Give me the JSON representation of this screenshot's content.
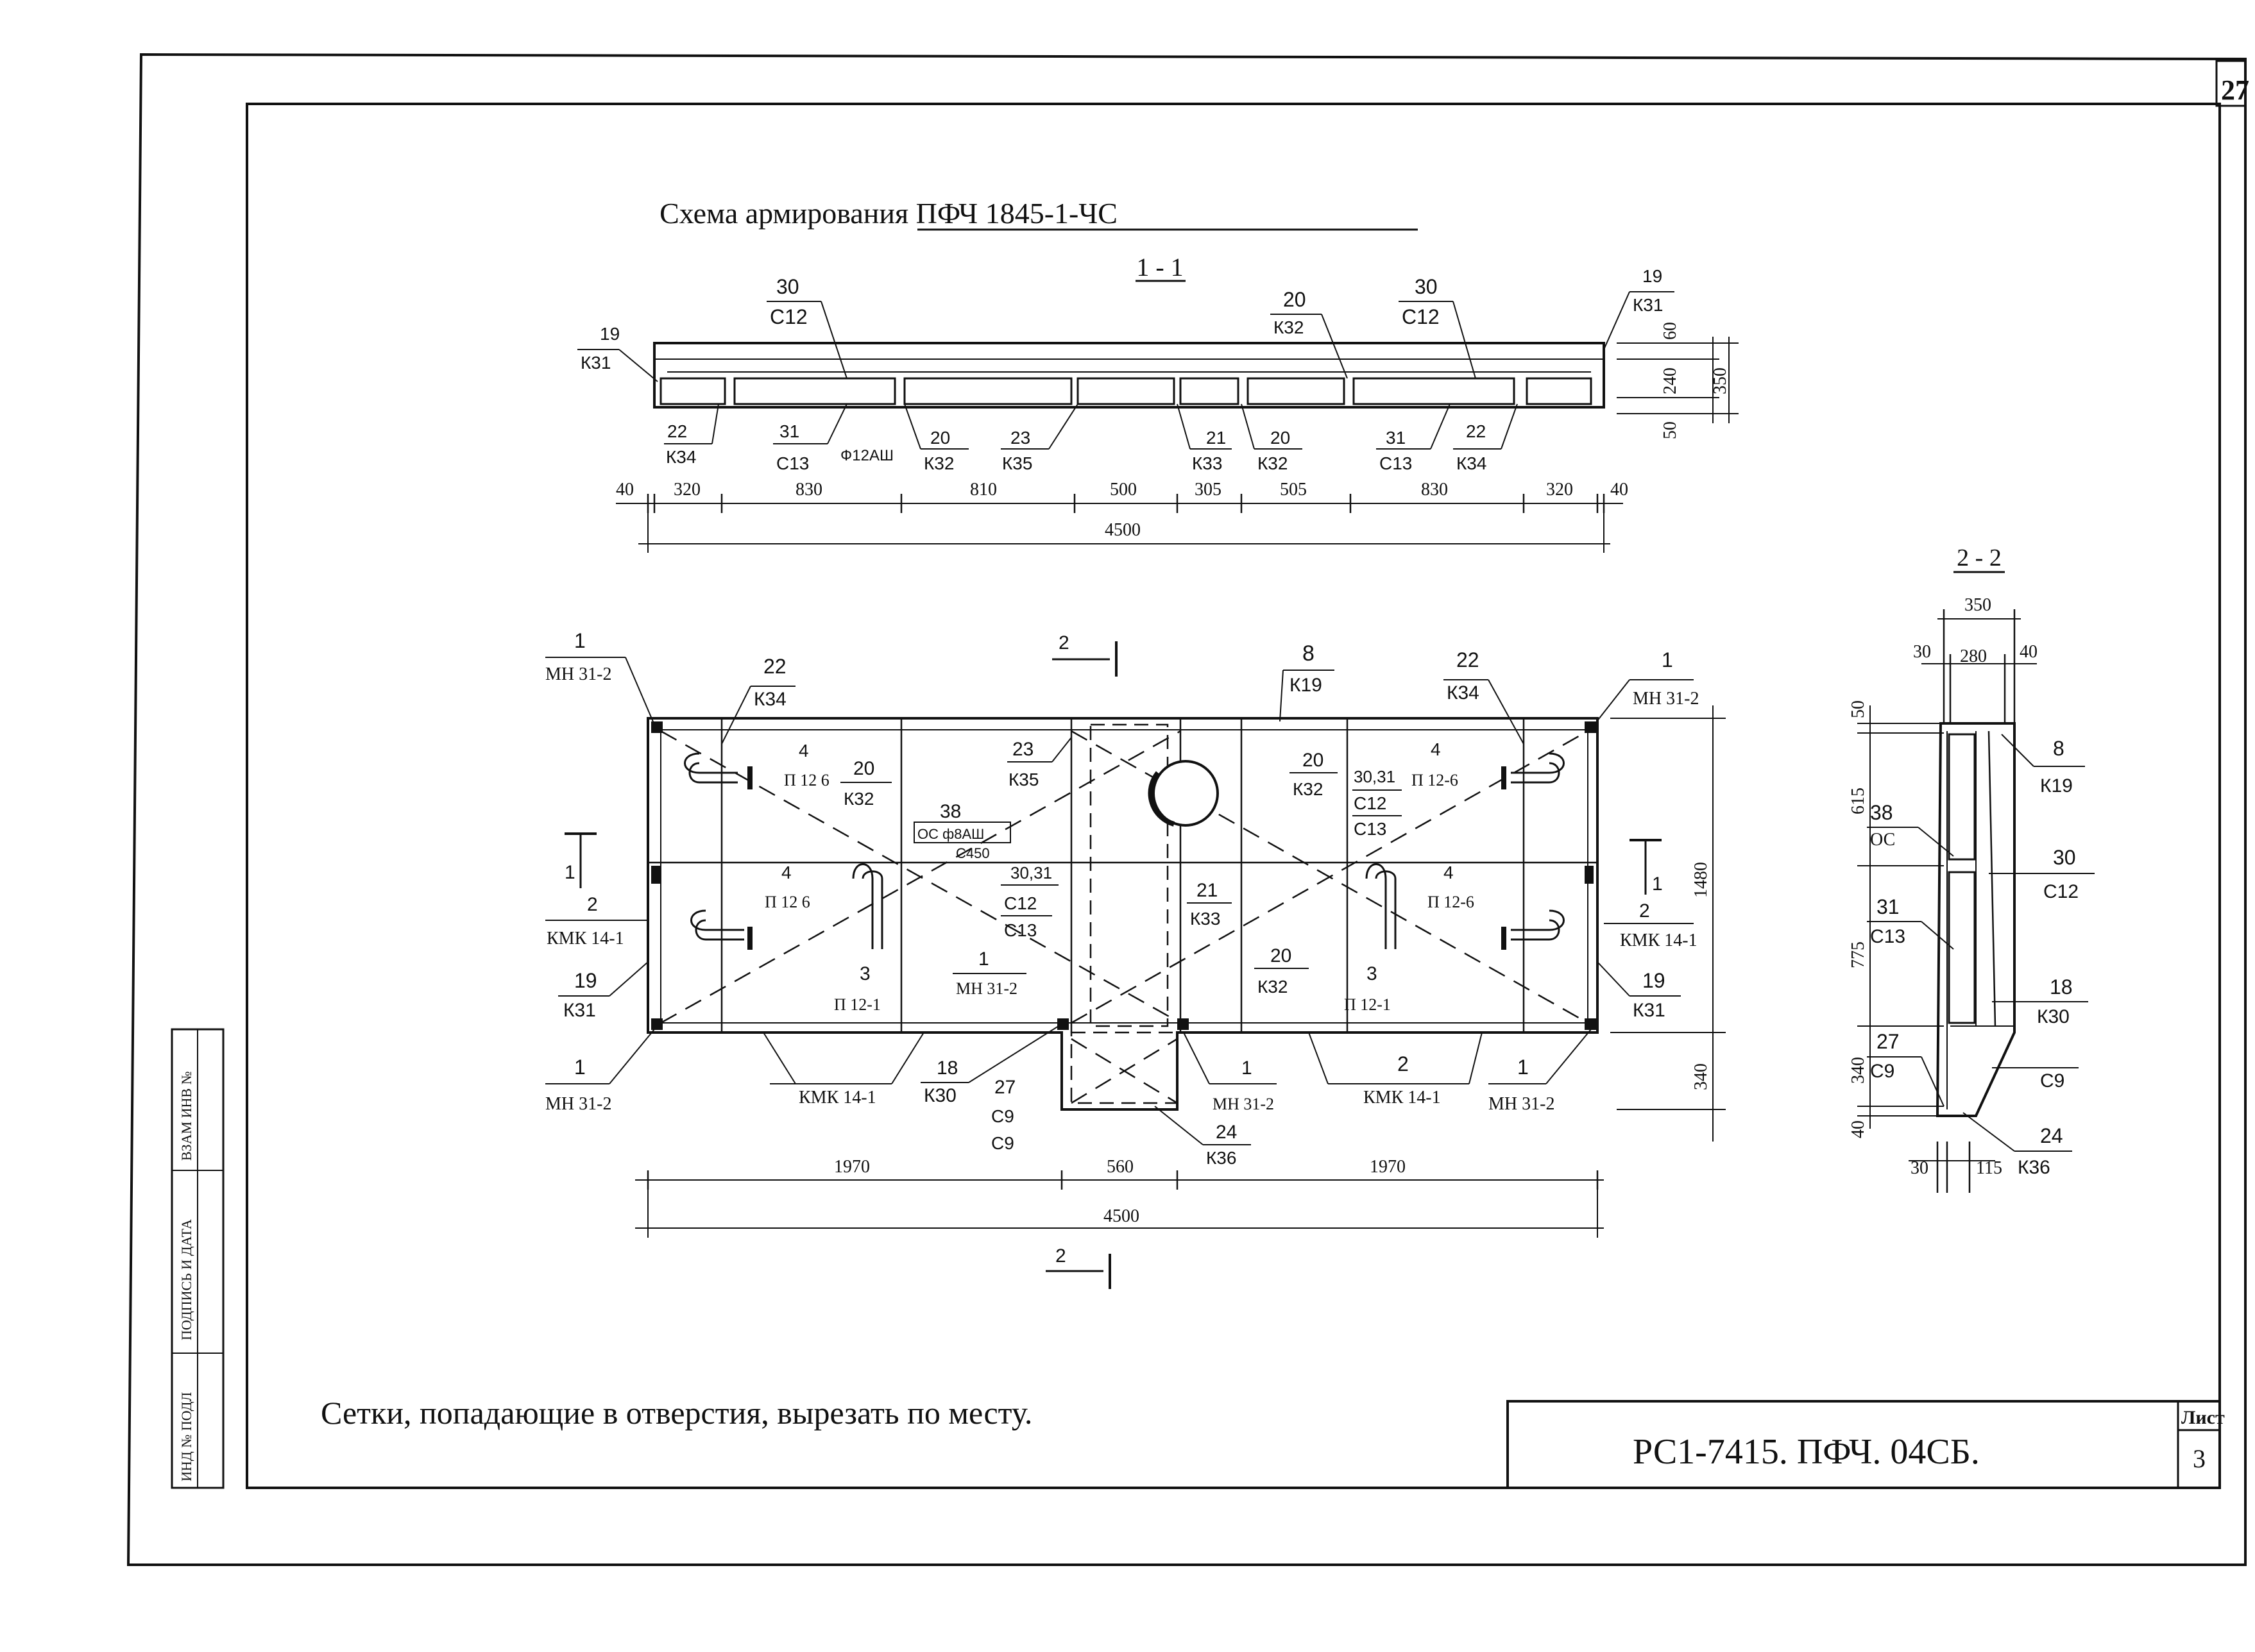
{
  "sheet_number": "27",
  "title": "Схема армирования ПФЧ 1845-1-ЧС",
  "section_1": {
    "label": "1 - 1",
    "marks": [
      {
        "n": "19",
        "k": "К31"
      },
      {
        "n": "30",
        "k": "С12"
      },
      {
        "n": "20",
        "k": "К32"
      },
      {
        "n": "30",
        "k": "С12"
      },
      {
        "n": "19",
        "k": "К31"
      },
      {
        "n": "22",
        "k": "К34"
      },
      {
        "n": "31",
        "k": "С13"
      },
      {
        "n": "20",
        "k": "К32"
      },
      {
        "n": "23",
        "k": "К35"
      },
      {
        "n": "21",
        "k": "К33"
      },
      {
        "n": "20",
        "k": "К32"
      },
      {
        "n": "31",
        "k": "С13"
      },
      {
        "n": "22",
        "k": "К34"
      }
    ],
    "rebar": "Ф12АШ",
    "dims_bottom": [
      "40",
      "320",
      "830",
      "810",
      "500",
      "305",
      "505",
      "830",
      "320",
      "40"
    ],
    "total": "4500",
    "dims_right": [
      "60",
      "240",
      "50",
      "350"
    ]
  },
  "plan": {
    "marks": {
      "m1": "1",
      "mn": "МН 31-2",
      "m2": "2",
      "kmk": "КМК 14-1",
      "m19": "19",
      "k31": "К31",
      "m22": "22",
      "k34": "К34",
      "m4": "4",
      "p126": "П 12 6",
      "p126b": "П 12-6",
      "m20": "20",
      "k32": "К32",
      "m38": "38",
      "os": "ОС ф8АШ",
      "s450": "С450",
      "m23": "23",
      "k35": "К35",
      "m8": "8",
      "k19": "К19",
      "m3031": "30,31",
      "c12": "С12",
      "c13": "С13",
      "m3": "3",
      "p121": "П 12-1",
      "m21": "21",
      "k33": "К33",
      "m18": "18",
      "k30": "К30",
      "m27": "27",
      "c9": "С9",
      "m24": "24",
      "k36": "К36",
      "sec2": "2",
      "sec1": "1"
    },
    "dims_bottom": [
      "1970",
      "560",
      "1970"
    ],
    "total": "4500",
    "dims_right": [
      "1480",
      "340"
    ]
  },
  "section_2": {
    "label": "2 - 2",
    "dims_top": [
      "350",
      "30",
      "280",
      "40"
    ],
    "dims_left": [
      "50",
      "615",
      "775",
      "340",
      "40"
    ],
    "dims_bottom": [
      "30",
      "115"
    ],
    "marks": [
      {
        "n": "8",
        "k": "К19"
      },
      {
        "n": "38",
        "k": "ОС"
      },
      {
        "n": "30",
        "k": "С12"
      },
      {
        "n": "31",
        "k": "С13"
      },
      {
        "n": "18",
        "k": "К30"
      },
      {
        "n": "27",
        "k": "С9"
      },
      {
        "n": "",
        "k": "С9"
      },
      {
        "n": "24",
        "k": "К36"
      }
    ]
  },
  "note": "Сетки, попадающие в отверстия, вырезать по месту.",
  "title_block": {
    "code": "РС1-7415.  ПФЧ.  04СБ.",
    "sheet_label": "Лист",
    "sheet_no": "3"
  },
  "side_stamp": [
    "ИНД № ПОДЛ",
    "ПОДПИСЬ И ДАТА",
    "ВЗАМ ИНВ №"
  ]
}
